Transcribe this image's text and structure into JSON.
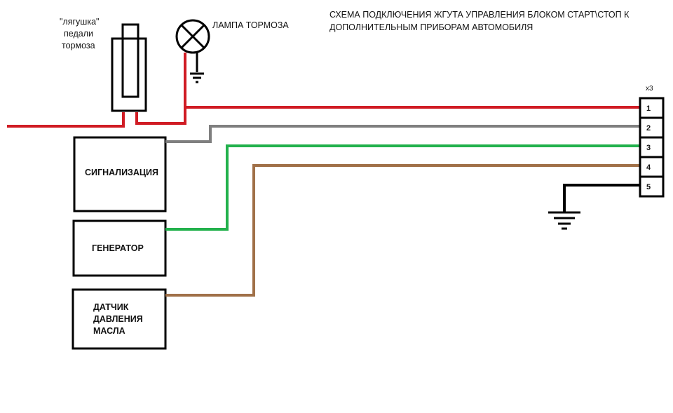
{
  "title_lines": [
    "СХЕМА ПОДКЛЮЧЕНИЯ ЖГУТА УПРАВЛЕНИЯ БЛОКОМ СТАРТ\\СТОП К",
    "ДОПОЛНИТЕЛЬНЫМ ПРИБОРАМ АВТОМОБИЛЯ"
  ],
  "pedal_switch": {
    "label_lines": [
      "\"лягушка\"",
      "педали",
      "тормоза"
    ]
  },
  "brake_lamp": {
    "label": "ЛАМПА ТОРМОЗА",
    "icon": "lamp-icon"
  },
  "connector": {
    "name": "x3",
    "pins": [
      "1",
      "2",
      "3",
      "4",
      "5"
    ]
  },
  "components": {
    "alarm": "СИГНАЛИЗАЦИЯ",
    "generator": "ГЕНЕРАТОР",
    "oil_sensor_lines": [
      "ДАТЧИК",
      "ДАВЛЕНИЯ",
      "МАСЛА"
    ]
  },
  "wire_colors": {
    "pin1": "#d01c24",
    "pin2": "#7f7f7f",
    "pin3": "#22b14c",
    "pin4": "#a07048",
    "pin5": "#000000"
  }
}
